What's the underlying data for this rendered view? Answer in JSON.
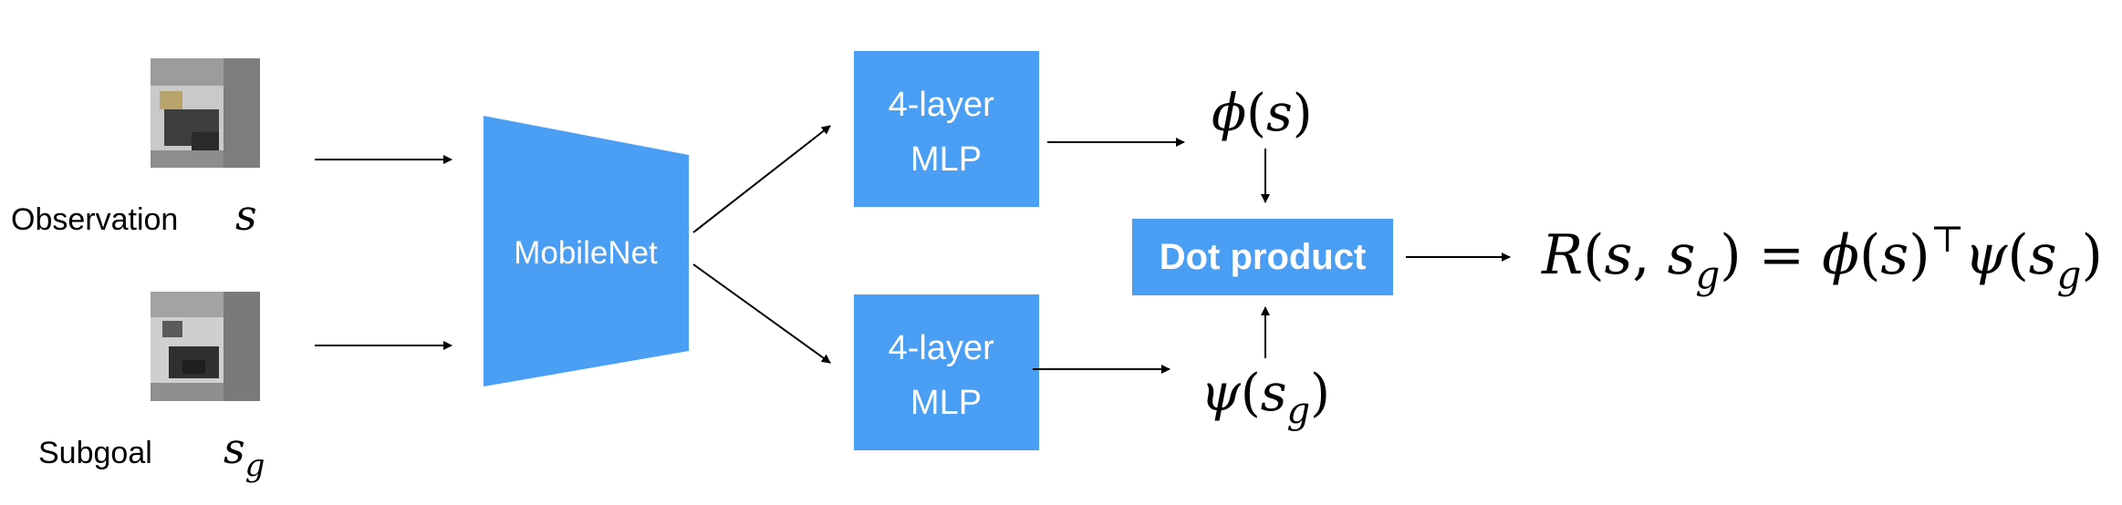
{
  "inputs": {
    "observation": {
      "label": "Observation",
      "symbol": "s"
    },
    "subgoal": {
      "label": "Subgoal",
      "symbol": "s",
      "subscript": "g"
    }
  },
  "encoder": {
    "label": "MobileNet"
  },
  "mlp_top": {
    "line1": "4-layer",
    "line2": "MLP"
  },
  "mlp_bottom": {
    "line1": "4-layer",
    "line2": "MLP"
  },
  "phi_output": {
    "fn": "ϕ",
    "arg": "s"
  },
  "psi_output": {
    "fn": "ψ",
    "arg": "s",
    "sub": "g"
  },
  "dot": {
    "label": "Dot product"
  },
  "reward": {
    "R": "R",
    "s": "s",
    "sg": "s",
    "g": "g",
    "eq": "=",
    "phi": "ϕ",
    "T": "⊤",
    "psi": "ψ"
  },
  "colors": {
    "block": "#4a9ff5",
    "text_on_block": "#ffffff",
    "arrow": "#000000"
  }
}
